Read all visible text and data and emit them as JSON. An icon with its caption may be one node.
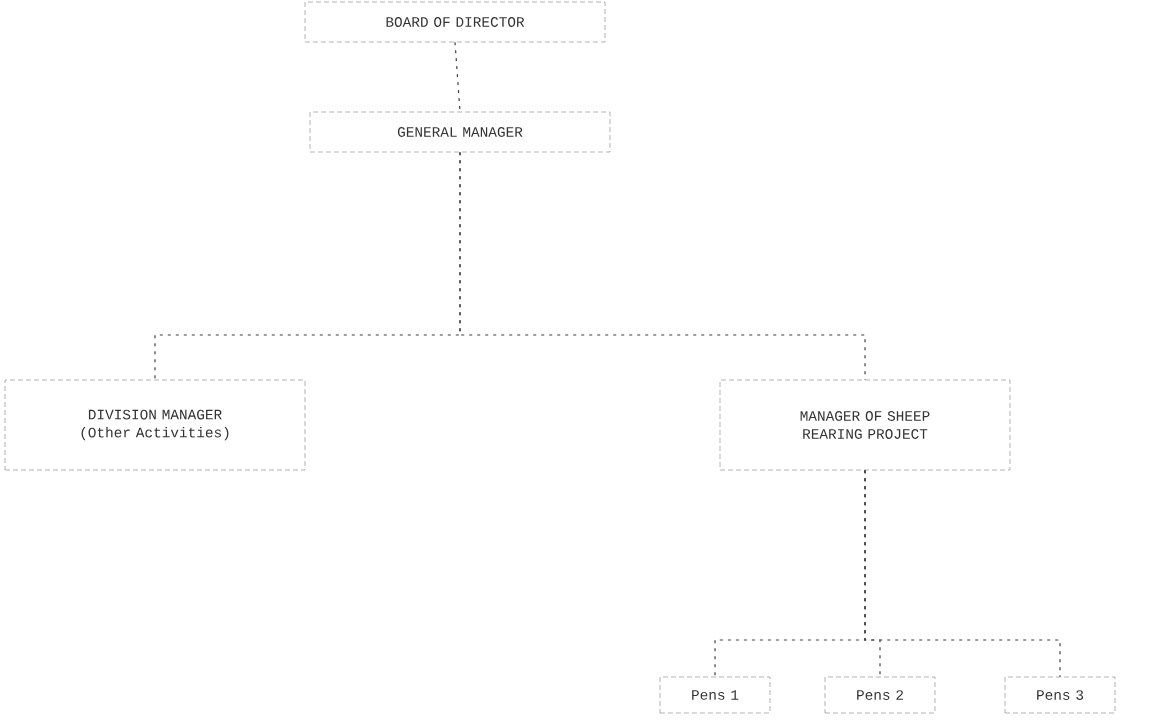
{
  "diagram": {
    "nodes": [
      {
        "text": [
          "BOARD OF DIRECTOR"
        ]
      },
      {
        "text": [
          "GENERAL MANAGER"
        ]
      },
      {
        "text": [
          "DIVISION MANAGER (Other Activities)"
        ]
      },
      {
        "text": [
          "MANAGER OF SHEEP REARING PROJECT"
        ]
      },
      {
        "text": [
          "Pens 1"
        ]
      },
      {
        "text": [
          "Pens 2"
        ]
      },
      {
        "text": [
          "Pens 3"
        ]
      }
    ],
    "edges": [
      {
        "from": 0,
        "to": 1,
        "arrow": "none",
        "style": "dashed"
      },
      {
        "from": 1,
        "to": 2,
        "arrow": "none",
        "style": "dashed"
      },
      {
        "from": 1,
        "to": 3,
        "arrow": "none",
        "style": "dashed"
      },
      {
        "from": 3,
        "to": 4,
        "arrow": "none",
        "style": "dashed"
      },
      {
        "from": 3,
        "to": 5,
        "arrow": "none",
        "style": "dashed"
      },
      {
        "from": 3,
        "to": 6,
        "arrow": "none",
        "style": "dashed"
      }
    ]
  }
}
